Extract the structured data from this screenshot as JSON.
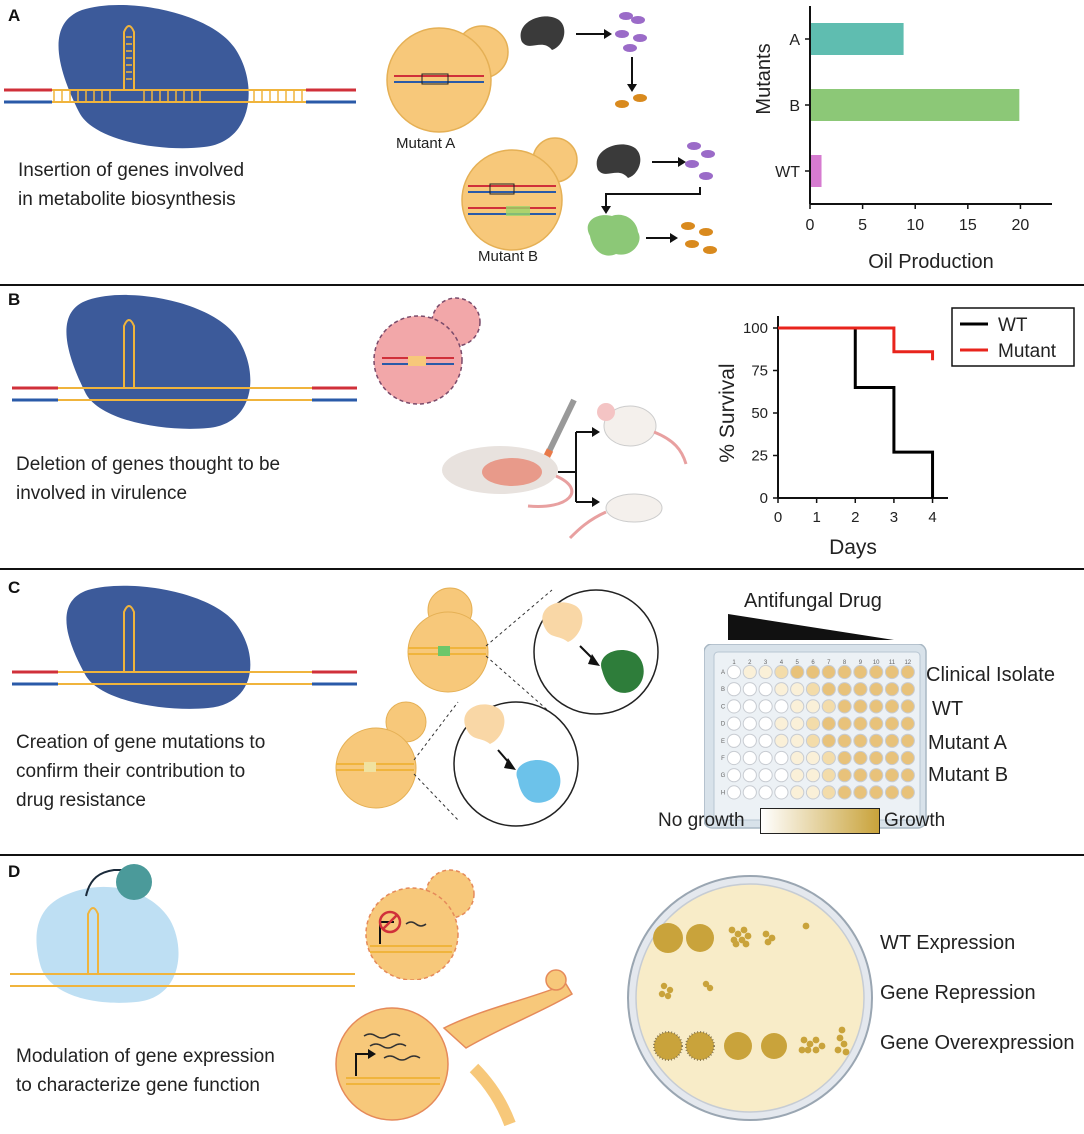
{
  "panels": [
    {
      "letter": "A",
      "caption_lines": [
        "Insertion of genes involved",
        "in metabolite biosynthesis"
      ]
    },
    {
      "letter": "B",
      "caption_lines": [
        "Deletion of genes thought to be",
        "involved in virulence"
      ]
    },
    {
      "letter": "C",
      "caption_lines": [
        "Creation of gene mutations to",
        "confirm their contribution to",
        "drug resistance"
      ]
    },
    {
      "letter": "D",
      "caption_lines": [
        "Modulation of gene expression",
        "to characterize gene function"
      ]
    }
  ],
  "panel_a": {
    "mutant_a_label": "Mutant A",
    "mutant_b_label": "Mutant B"
  },
  "panel_c": {
    "drug_label": "Antifungal Drug",
    "plate_row_letters": [
      "A",
      "B",
      "C",
      "D",
      "E",
      "F",
      "G",
      "H"
    ],
    "plate_col_numbers": [
      "1",
      "2",
      "3",
      "4",
      "5",
      "6",
      "7",
      "8",
      "9",
      "10",
      "11",
      "12"
    ],
    "strain_labels": [
      "Clinical Isolate",
      "WT",
      "Mutant A",
      "Mutant B"
    ],
    "scale_low": "No growth",
    "scale_high": "Growth"
  },
  "panel_d": {
    "expression_labels": [
      "WT Expression",
      "Gene Repression",
      "Gene Overexpression"
    ]
  },
  "colors": {
    "cas9": "#3c5a9a",
    "dcas9": "#b7dcf2",
    "yeast": "#f7c87a",
    "yeast_deleted": "#f2a7a9",
    "rna": "#f0b43c",
    "bar_a": "#5fbdb0",
    "bar_b": "#8cc877",
    "bar_wt": "#d67bd0",
    "survival_wt": "#000000",
    "survival_mutant": "#e8241c",
    "growth": "#c9a33b"
  },
  "chart_data": [
    {
      "type": "bar",
      "orientation": "horizontal",
      "categories": [
        "A",
        "B",
        "WT"
      ],
      "values": [
        8.8,
        19.8,
        1.0
      ],
      "xlabel": "Oil Production",
      "ylabel": "Mutants",
      "xlim": [
        0,
        23
      ],
      "xticks": [
        "0",
        "5",
        "10",
        "15",
        "20"
      ],
      "colors": [
        "#5fbdb0",
        "#8cc877",
        "#d67bd0"
      ]
    },
    {
      "type": "line",
      "step": true,
      "xlabel": "Days",
      "ylabel": "% Survival",
      "xlim": [
        0,
        4.4
      ],
      "ylim": [
        0,
        100
      ],
      "xticks": [
        "0",
        "1",
        "2",
        "3",
        "4"
      ],
      "yticks": [
        "0",
        "25",
        "50",
        "75",
        "100"
      ],
      "legend": "top-right",
      "series": [
        {
          "name": "WT",
          "color": "#000000",
          "x": [
            0,
            2,
            2,
            3,
            3,
            4,
            4
          ],
          "y": [
            100,
            100,
            65,
            65,
            27,
            27,
            0
          ]
        },
        {
          "name": "Mutant",
          "color": "#e8241c",
          "x": [
            0,
            3,
            3,
            4,
            4
          ],
          "y": [
            100,
            100,
            86,
            86,
            81
          ]
        }
      ]
    }
  ]
}
